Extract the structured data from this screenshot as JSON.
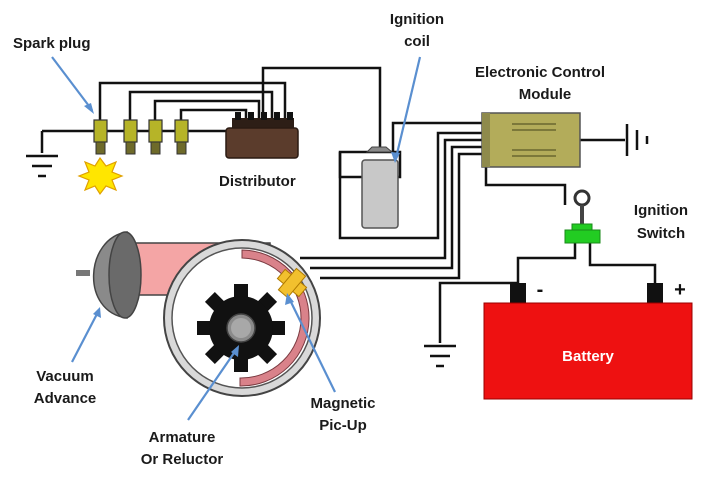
{
  "labels": {
    "spark_plug": "Spark plug",
    "ignition_coil_1": "Ignition",
    "ignition_coil_2": "coil",
    "ecm_1": "Electronic Control",
    "ecm_2": "Module",
    "distributor": "Distributor",
    "ignition_switch_1": "Ignition",
    "ignition_switch_2": "Switch",
    "battery": "Battery",
    "battery_neg": "-",
    "battery_pos": "+",
    "vacuum_advance_1": "Vacuum",
    "vacuum_advance_2": "Advance",
    "magnetic_pickup_1": "Magnetic",
    "magnetic_pickup_2": "Pic-Up",
    "armature_1": "Armature",
    "armature_2": "Or Reluctor"
  },
  "colors": {
    "wire": "#111111",
    "arrow": "#5a8fd0",
    "plug_body": "#b6b428",
    "spark": "#ffe600",
    "distributor_cap": "#5b3c2c",
    "coil": "#c8c8c8",
    "ecm": "#b3ac5a",
    "switch": "#22cc22",
    "battery": "#ee1111",
    "vacuum_body": "#f4a5a5",
    "reluctor_ring": "#d9828a",
    "pickup": "#f2c02e"
  },
  "icons": {
    "ground": "ground-symbol",
    "spark": "spark-burst-icon",
    "gear": "reluctor-gear-icon"
  }
}
